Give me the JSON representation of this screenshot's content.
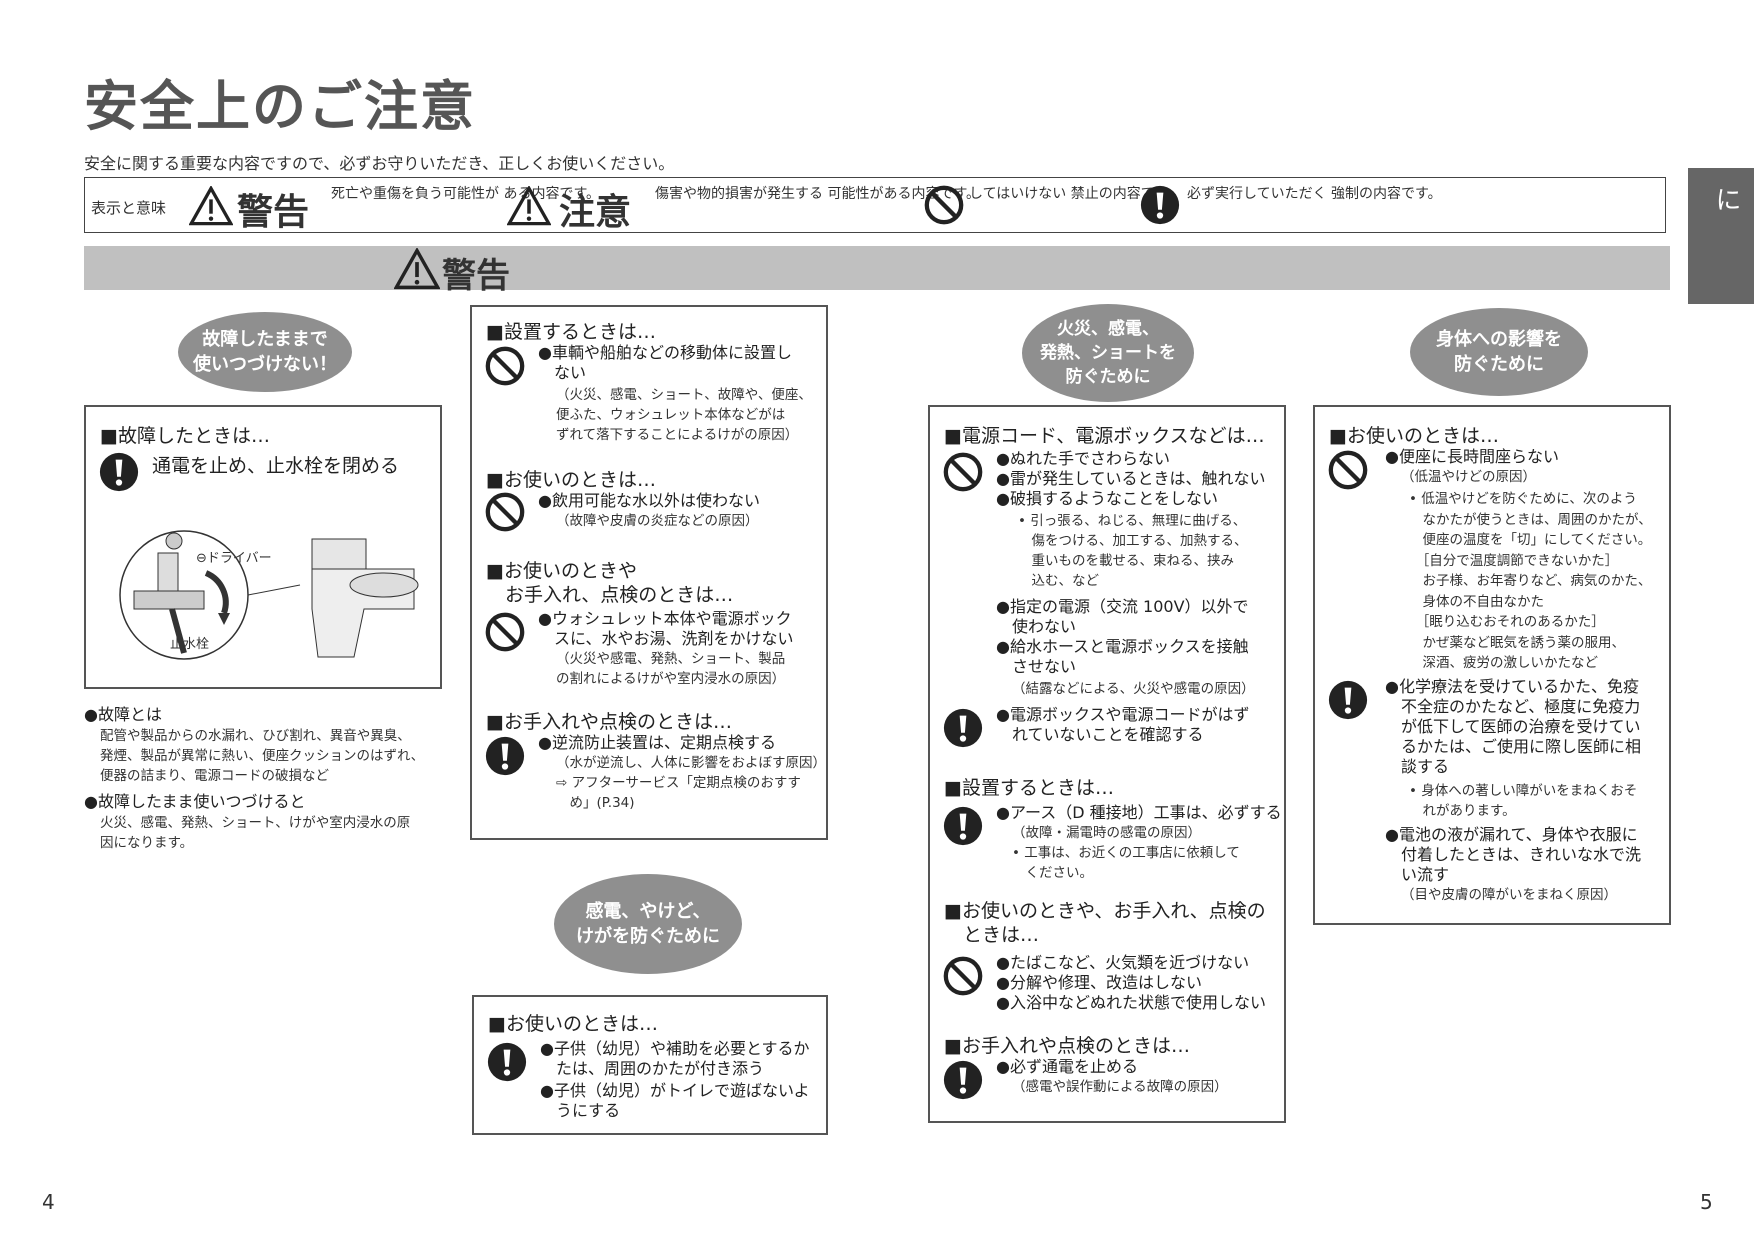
{
  "title": "安全上のご注意",
  "subtitle": "安全に関する重要な内容ですので、必ずお守りいただき、正しくお使いください。",
  "legend": {
    "label": "表示と意味",
    "warning_word": "警告",
    "warning_desc": "死亡や重傷を負う可能性が\nある内容です。",
    "caution_word": "注意",
    "caution_desc": "傷害や物的損害が発生する\n可能性がある内容です。",
    "prohibit_desc": "してはいけない\n禁止の内容です。",
    "mandatory_desc": "必ず実行していただく\n強制の内容です。"
  },
  "side_tab": "はじめに",
  "banner": "警告",
  "col1": {
    "oval": "故障したままで\n使いつづけない！",
    "heading": "■故障したときは…",
    "action": "通電を止め、止水栓を閉める",
    "driver_label": "⊖ドライバー",
    "valve_label": "止水栓",
    "note1_head": "●故障とは",
    "note1_body": "配管や製品からの水漏れ、ひび割れ、異音や異臭、\n発煙、製品が異常に熱い、便座クッションのはずれ、\n便器の詰まり、電源コードの破損など",
    "note2_head": "●故障したまま使いつづけると",
    "note2_body": "火災、感電、発熱、ショート、けがや室内浸水の原\n因になります。"
  },
  "col2": {
    "h1": "■設置するときは…",
    "i1": "●車輌や船舶などの移動体に設置し\n　ない",
    "i1s": "（火災、感電、ショート、故障や、便座、\n便ふた、ウォシュレット本体などがは\nずれて落下することによるけがの原因）",
    "h2": "■お使いのときは…",
    "i2": "●飲用可能な水以外は使わない",
    "i2s": "（故障や皮膚の炎症などの原因）",
    "h3": "■お使いのときや\n　お手入れ、点検のときは…",
    "i3": "●ウォシュレット本体や電源ボック\n　スに、水やお湯、洗剤をかけない",
    "i3s": "（火災や感電、発熱、ショート、製品\nの割れによるけがや室内浸水の原因）",
    "h4": "■お手入れや点検のときは…",
    "i4": "●逆流防止装置は、定期点検する",
    "i4s": "（水が逆流し、人体に影響をおよぼす原因）\n⇨ アフターサービス「定期点検のおすす\n　め」(P.34)"
  },
  "col2b": {
    "oval": "感電、やけど、\nけがを防ぐために",
    "h1": "■お使いのときは…",
    "i1": "●子供（幼児）や補助を必要とするか\n　たは、周囲のかたが付き添う",
    "i2": "●子供（幼児）がトイレで遊ばないよ\n　うにする"
  },
  "col3": {
    "oval": "火災、感電、\n発熱、ショートを\n防ぐために",
    "h1": "■電源コード、電源ボックスなどは…",
    "i1": "●ぬれた手でさわらない\n●雷が発生しているときは、触れない\n●破損するようなことをしない",
    "i1s": "• 引っ張る、ねじる、無理に曲げる、\n　傷をつける、加工する、加熱する、\n　重いものを載せる、束ねる、挟み\n　込む、など",
    "i2": "●指定の電源（交流 100V）以外で\n　使わない\n●給水ホースと電源ボックスを接触\n　させない",
    "i2s": "（結露などによる、火災や感電の原因）",
    "i3": "●電源ボックスや電源コードがはず\n　れていないことを確認する",
    "h2": "■設置するときは…",
    "i4": "●アース（D 種接地）工事は、必ずする",
    "i4s": "（故障・漏電時の感電の原因）\n• 工事は、お近くの工事店に依頼して\n　ください。",
    "h3": "■お使いのときや、お手入れ、点検の\n　ときは…",
    "i5": "●たばこなど、火気類を近づけない\n●分解や修理、改造はしない\n●入浴中などぬれた状態で使用しない",
    "h4": "■お手入れや点検のときは…",
    "i6": "●必ず通電を止める",
    "i6s": "（感電や誤作動による故障の原因）"
  },
  "col4": {
    "oval": "身体への影響を\n防ぐために",
    "h1": "■お使いのときは…",
    "i1": "●便座に長時間座らない",
    "i1s": "（低温やけどの原因）",
    "i1n": "• 低温やけどを防ぐために、次のよう\n　なかたが使うときは、周囲のかたが、\n　便座の温度を「切」にしてください。\n　［自分で温度調節できないかた］\n　お子様、お年寄りなど、病気のかた、\n　身体の不自由なかた\n　［眠り込むおそれのあるかた］\n　かぜ薬など眠気を誘う薬の服用、\n　深酒、疲労の激しいかたなど",
    "i2": "●化学療法を受けているかた、免疫\n　不全症のかたなど、極度に免疫力\n　が低下して医師の治療を受けてい\n　るかたは、ご使用に際し医師に相\n　談する",
    "i2s": "• 身体への著しい障がいをまねくおそ\n　れがあります。",
    "i3": "●電池の液が漏れて、身体や衣服に\n　付着したときは、きれいな水で洗\n　い流す",
    "i3s": "（目や皮膚の障がいをまねく原因）"
  },
  "page_left": "4",
  "page_right": "5"
}
